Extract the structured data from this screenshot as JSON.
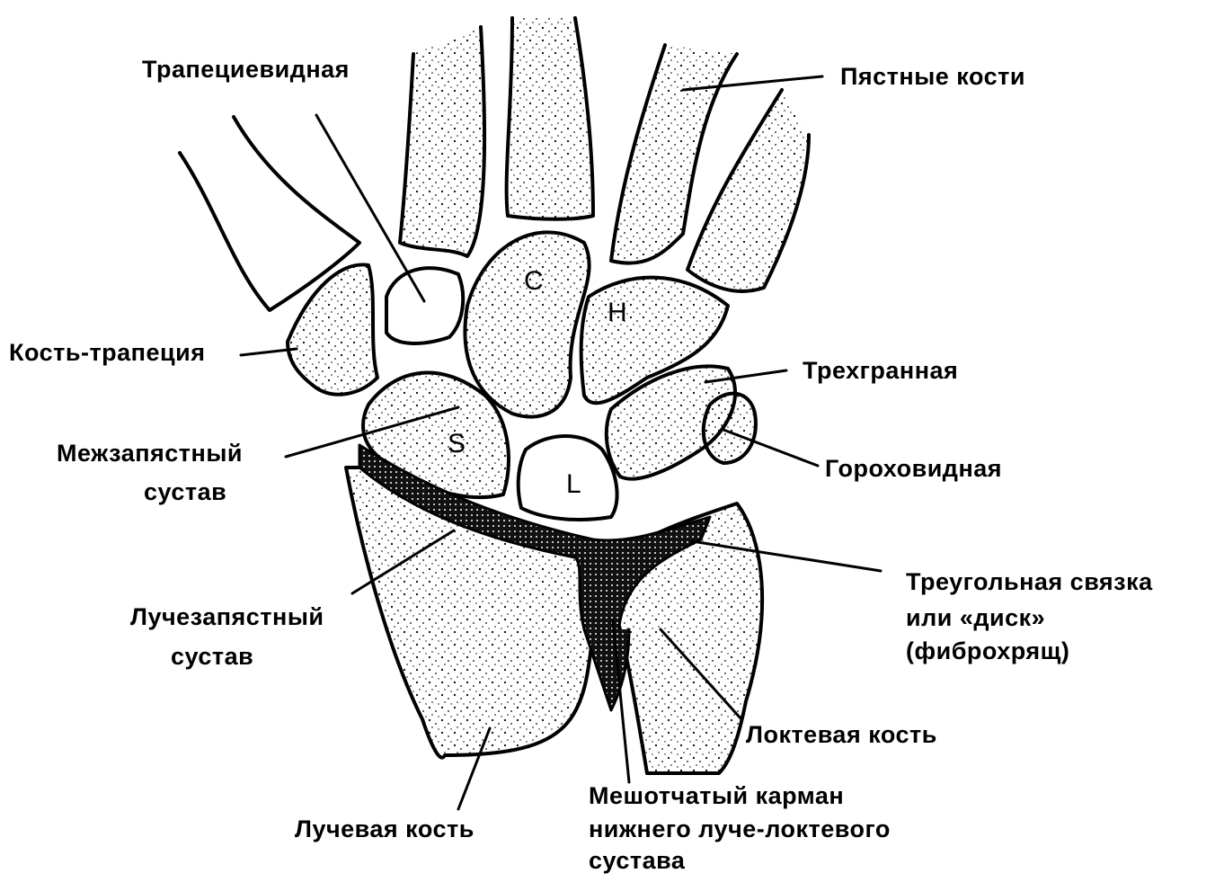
{
  "labels": {
    "trapezoid": "Трапециевидная",
    "metacarpals": "Пястные кости",
    "trapezium": "Кость-трапеция",
    "triquetral": "Трехгранная",
    "midcarpal_joint_1": "Межзапястный",
    "midcarpal_joint_2": "сустав",
    "pisiform": "Гороховидная",
    "triangular_ligament_1": "Треугольная связка",
    "triangular_ligament_2": "или «диск»",
    "triangular_ligament_3": "(фиброхрящ)",
    "radiocarpal_joint_1": "Лучезапястный",
    "radiocarpal_joint_2": "сустав",
    "ulna": "Локтевая кость",
    "radius": "Лучевая кость",
    "sacciform_1": "Мешотчатый карман",
    "sacciform_2": "нижнего луче-локтевого",
    "sacciform_3": "сустава"
  },
  "bone_letters": {
    "capitate": "C",
    "hamate": "H",
    "scaphoid": "S",
    "lunate": "L"
  }
}
